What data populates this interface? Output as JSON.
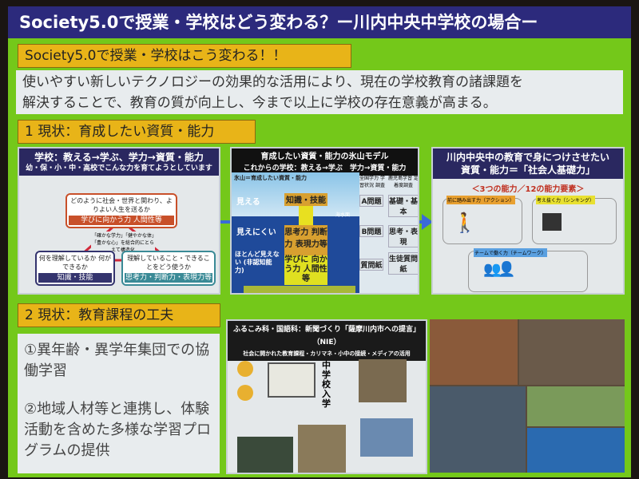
{
  "header": {
    "title": "Society5.0で授業・学校はどう変わる？ー川内中央中学校の場合ー"
  },
  "intro": {
    "label": "Society5.0で授業・学校はこう変わる！！",
    "text_line1": "使いやすい新しいテクノロジーの効果的な活用により、現在の学校教育の諸課題を",
    "text_line2": "解決することで、教育の質が向上し、今まで以上に学校の存在意義が高まる。"
  },
  "section1": {
    "label": "1 現状：育成したい資質・能力",
    "panel1": {
      "title": "学校：教える→学ぶ、学力→資質・能力",
      "subtitle": "幼・保・小・中・高校でこんな力を育てようとしています",
      "top_tag": "学びに向かう力 人間性等",
      "top_text": "どのように社会・世界と関わり、よりよい人生を送るか",
      "center_text": "「確かな学力」「健やかな体」「豊かな心」を総合的にとらえて構造化",
      "left_text": "何を理解しているか 何ができるか",
      "left_tag": "知識・技能",
      "right_text": "理解していること・できることをどう使うか",
      "right_tag": "思考力・判断力・表現力等",
      "colors": {
        "top": "#c8502a",
        "left": "#34346e",
        "right": "#3a8a96",
        "line": "#d0283a"
      }
    },
    "panel2": {
      "title": "育成したい資質・能力の氷山モデル",
      "subtitle": "これからの学校：教える→学ぶ　学力→資質・能力",
      "caption": "氷山＝育成したい資質・能力",
      "levels": [
        {
          "side": "見える",
          "box": "知識・技能",
          "test": "A問題",
          "survey": "基礎・基本"
        },
        {
          "side": "見えにくい",
          "box": "思考力 判断力 表現力等",
          "test": "B問題",
          "survey": "思考・表現"
        },
        {
          "side": "ほとんど見えない (非認知能力)",
          "box": "学びに 向かう力 人間性等",
          "test": "質問紙",
          "survey": "生徒質問紙"
        }
      ],
      "col1": "全国学力 学習状況 調査",
      "col2": "鹿児島学習 定着度調査",
      "waterline": "海水面"
    },
    "panel3": {
      "title_line1": "川内中央中の教育で身につけさせたい",
      "title_line2": "資質・能力＝「社会人基礎力」",
      "heading": "＜3つの能力／12の能力要素＞",
      "abilities": [
        "前に踏み出す力（アクション）",
        "考え抜く力（シンキング）",
        "チームで働く力（チームワーク）"
      ]
    }
  },
  "section2": {
    "label": "2 現状：教育課程の工夫",
    "item1": "①異年齢・異学年集団での協働学習",
    "item2": "②地域人材等と連携し、体験活動を含めた多様な学習プログラムの提供",
    "panel": {
      "title": "ふるこみ科・国語科：新聞づくり「薩摩川内市への提言」（NIE）",
      "subtitle": "社会に開かれた教育課程・カリマネ・小中の接続・メディアの活用",
      "vertical": "中学校入学"
    }
  }
}
